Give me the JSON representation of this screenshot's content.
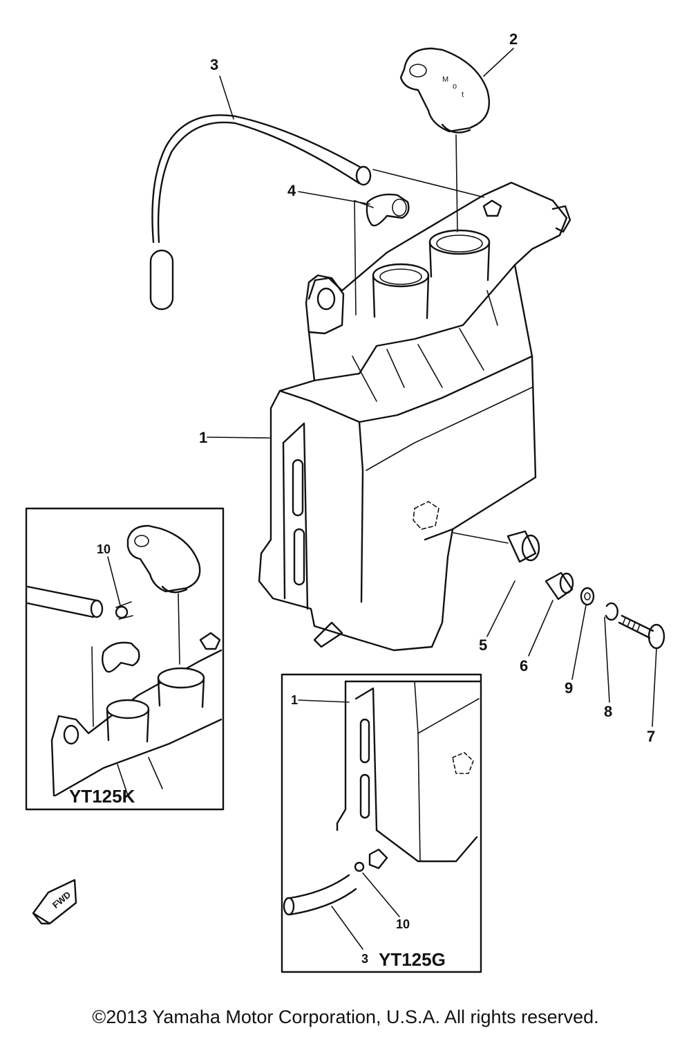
{
  "callouts": {
    "c1": "1",
    "c2": "2",
    "c3": "3",
    "c4": "4",
    "c5": "5",
    "c6": "6",
    "c7": "7",
    "c8": "8",
    "c9": "9",
    "c10": "10"
  },
  "inset_k": {
    "label": "YT125K",
    "callout_10": "10"
  },
  "inset_g": {
    "label": "YT125G",
    "callout_1": "1",
    "callout_3": "3",
    "callout_10": "10"
  },
  "cap_text": {
    "line1": "M",
    "line2": "o",
    "line3": "t"
  },
  "fwd_label": "FWD",
  "copyright": "©2013 Yamaha Motor Corporation, U.S.A. All rights reserved."
}
